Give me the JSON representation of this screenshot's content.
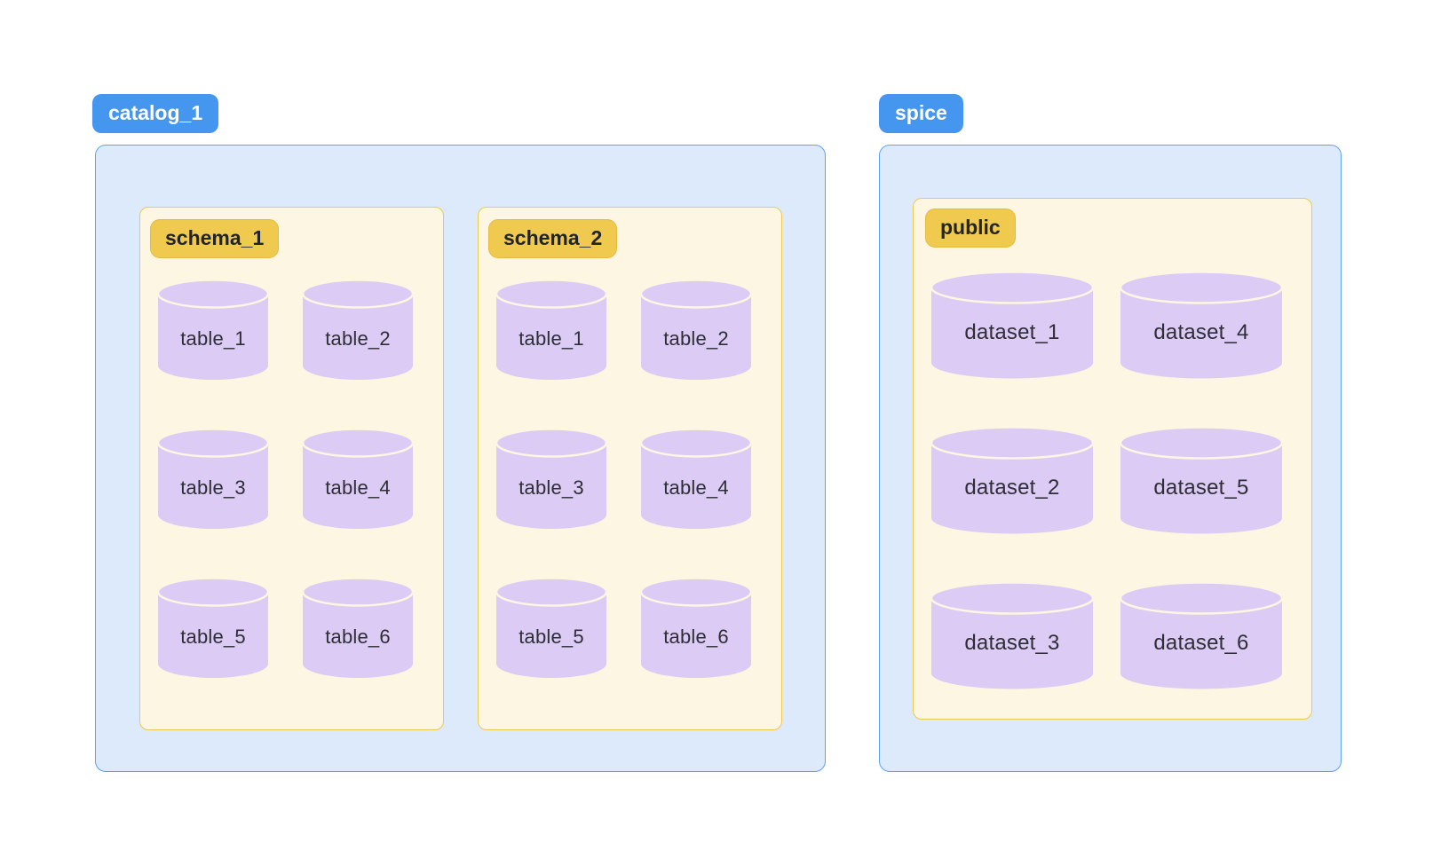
{
  "colors": {
    "page_bg": "#ffffff",
    "group_label_bg": "#4596ef",
    "group_label_text": "#ffffff",
    "group_bg": "#ddeafb",
    "group_border": "#60a2f2",
    "schema_bg": "#fdf6e2",
    "schema_border": "#eec84f",
    "schema_label_bg": "#f0ca4f",
    "schema_label_border": "#e5ba41",
    "schema_label_text": "#21242b",
    "cylinder_fill": "#dccbf4",
    "cylinder_text": "#2e2e36"
  },
  "groups": [
    {
      "label": "catalog_1",
      "schemas": [
        {
          "label": "schema_1",
          "kind": "table",
          "items": [
            "table_1",
            "table_2",
            "table_3",
            "table_4",
            "table_5",
            "table_6"
          ]
        },
        {
          "label": "schema_2",
          "kind": "table",
          "items": [
            "table_1",
            "table_2",
            "table_3",
            "table_4",
            "table_5",
            "table_6"
          ]
        }
      ]
    },
    {
      "label": "spice",
      "schemas": [
        {
          "label": "public",
          "kind": "dataset",
          "items": [
            "dataset_1",
            "dataset_4",
            "dataset_2",
            "dataset_5",
            "dataset_3",
            "dataset_6"
          ]
        }
      ]
    }
  ]
}
